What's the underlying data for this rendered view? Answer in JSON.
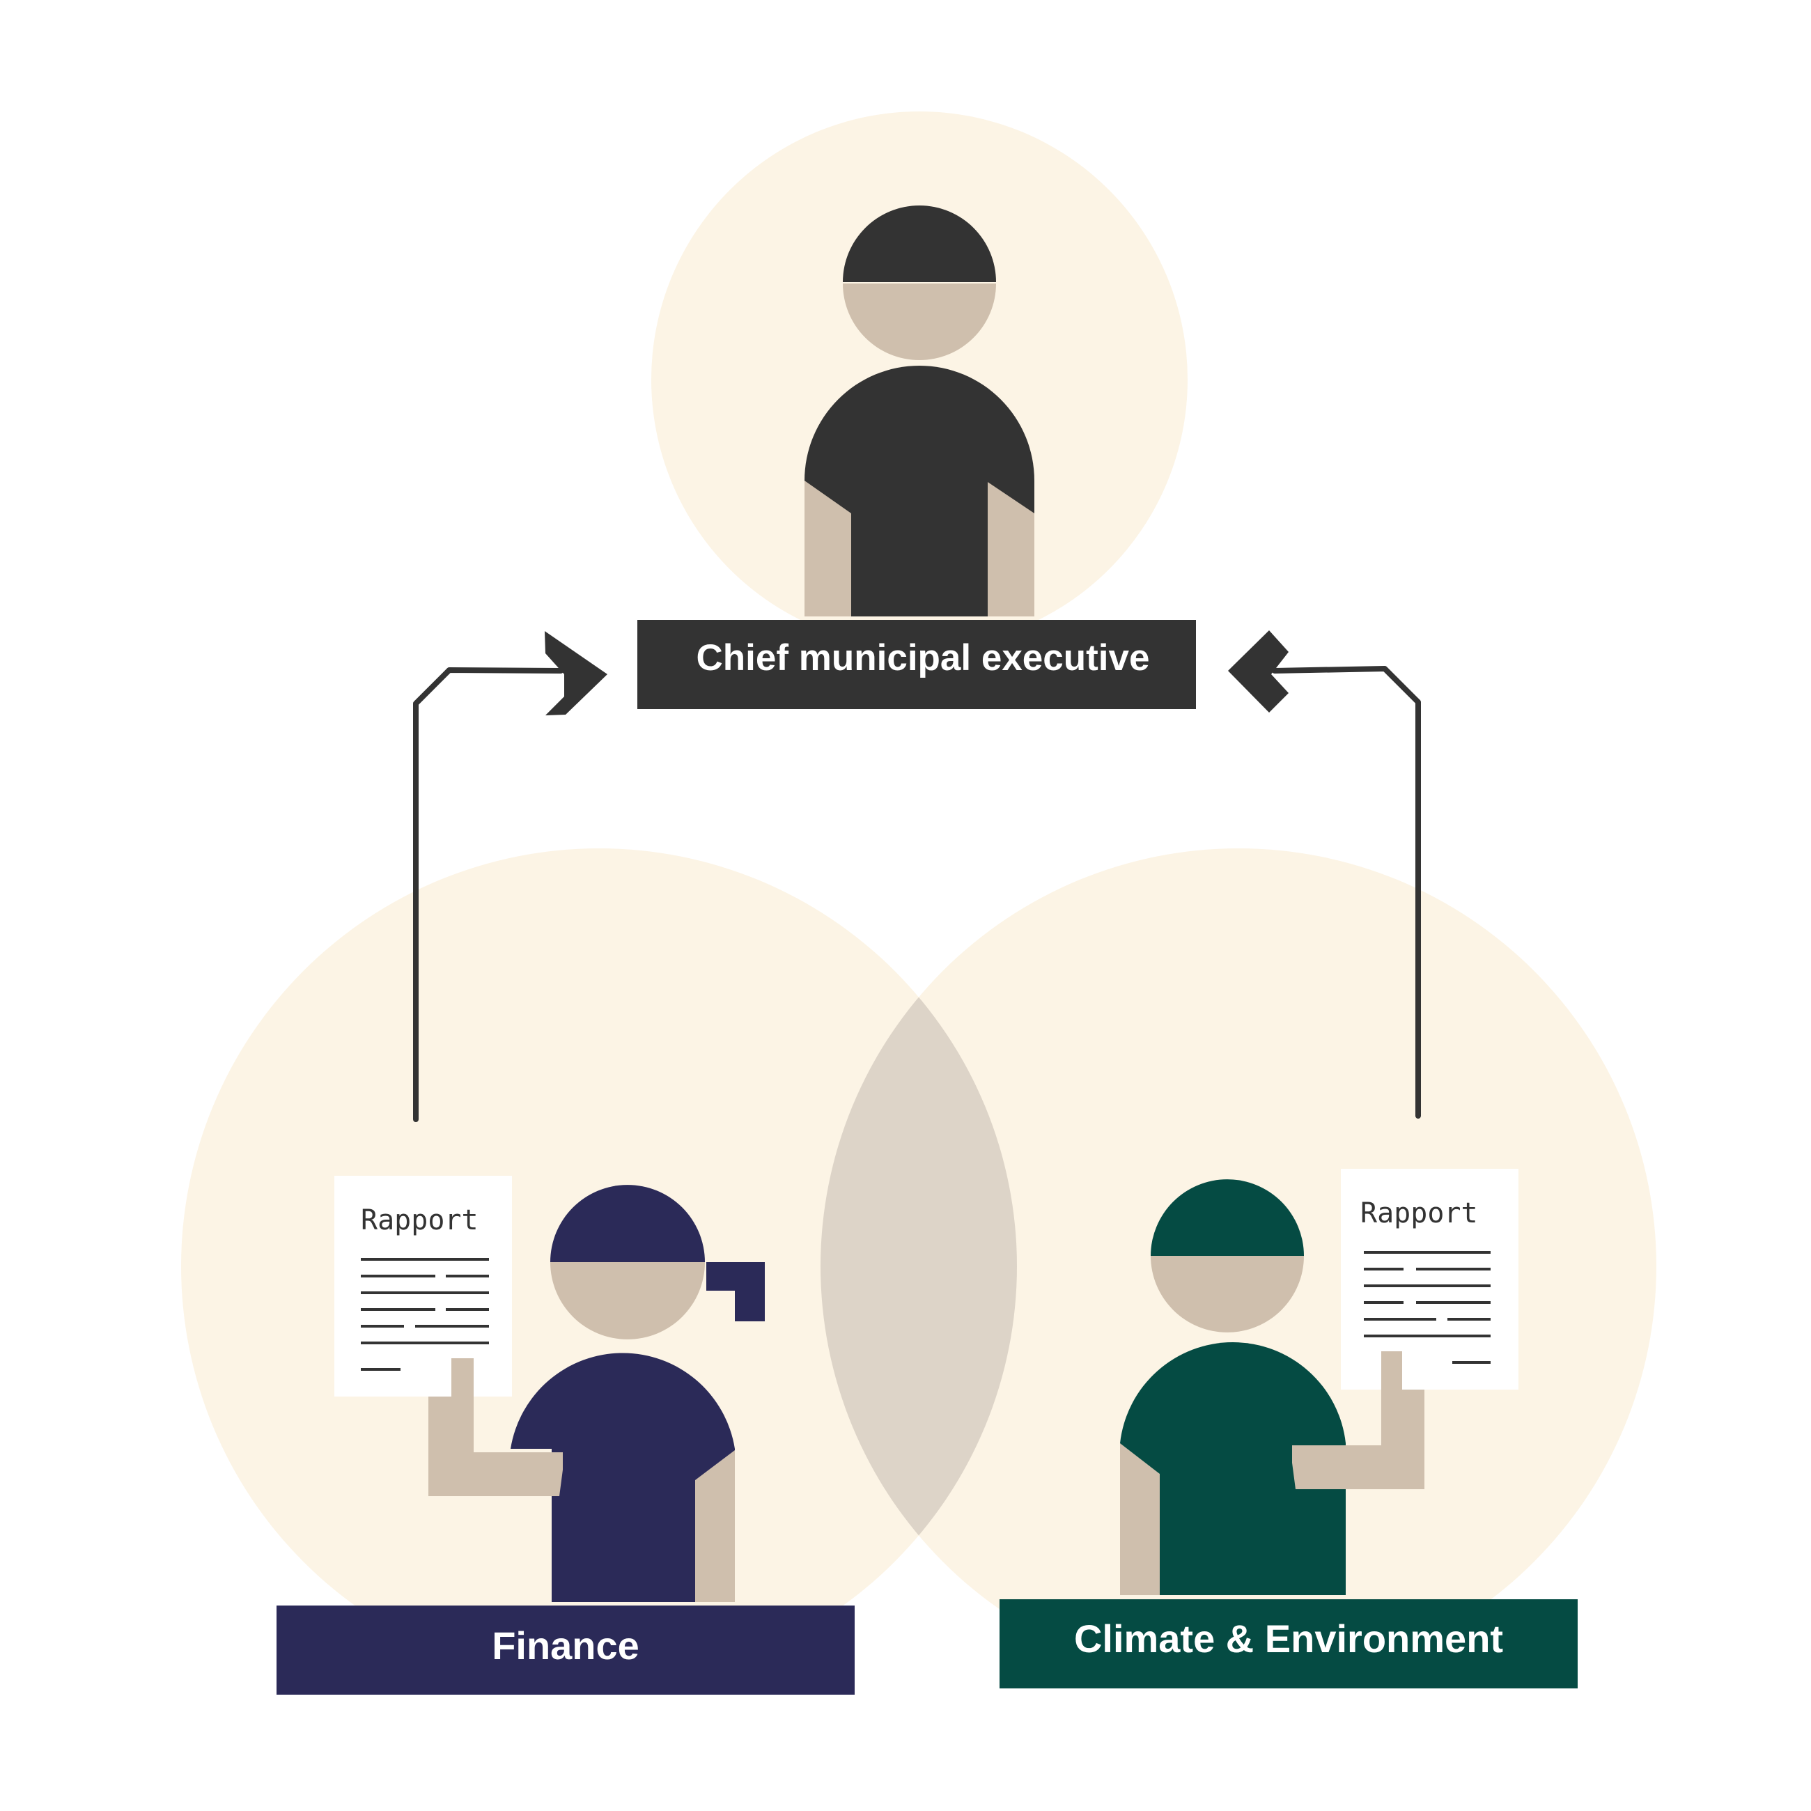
{
  "roles": {
    "chief": {
      "label": "Chief municipal executive"
    },
    "finance": {
      "label": "Finance"
    },
    "climate": {
      "label": "Climate & Environment"
    }
  },
  "documents": {
    "left": {
      "title": "Rapport"
    },
    "right": {
      "title": "Rapport"
    }
  },
  "colors": {
    "background": "#ffffff",
    "circle": "#fcf4e5",
    "overlap": "#ddd4c8",
    "skin": "#cfbfad",
    "chief": "#333333",
    "finance": "#2b2a58",
    "climate": "#054b43",
    "arrow": "#333333",
    "document": "#ffffff"
  }
}
